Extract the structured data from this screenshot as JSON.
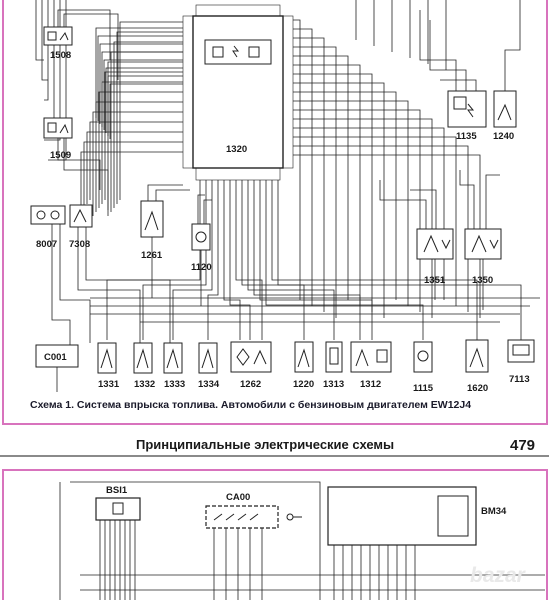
{
  "diagram": {
    "caption": "Схема 1. Система впрыска топлива. Автомобили с бензиновым двигателем EW12J4",
    "ecu_label": "1320",
    "components": [
      "1508",
      "1509",
      "8007",
      "7308",
      "1261",
      "1120",
      "1135",
      "1240",
      "1351",
      "1350",
      "C001",
      "1331",
      "1332",
      "1333",
      "1334",
      "1262",
      "1220",
      "1313",
      "1312",
      "1115",
      "1620",
      "7113"
    ]
  },
  "page": {
    "header_title": "Принципиальные электрические схемы",
    "page_number": "479"
  },
  "next_diagram": {
    "components": [
      "BSI1",
      "CA00",
      "BM34"
    ]
  },
  "watermark": "bazar",
  "colors": {
    "frame": "#d873bd",
    "wire": "#222222",
    "header_rule": "#444444"
  }
}
